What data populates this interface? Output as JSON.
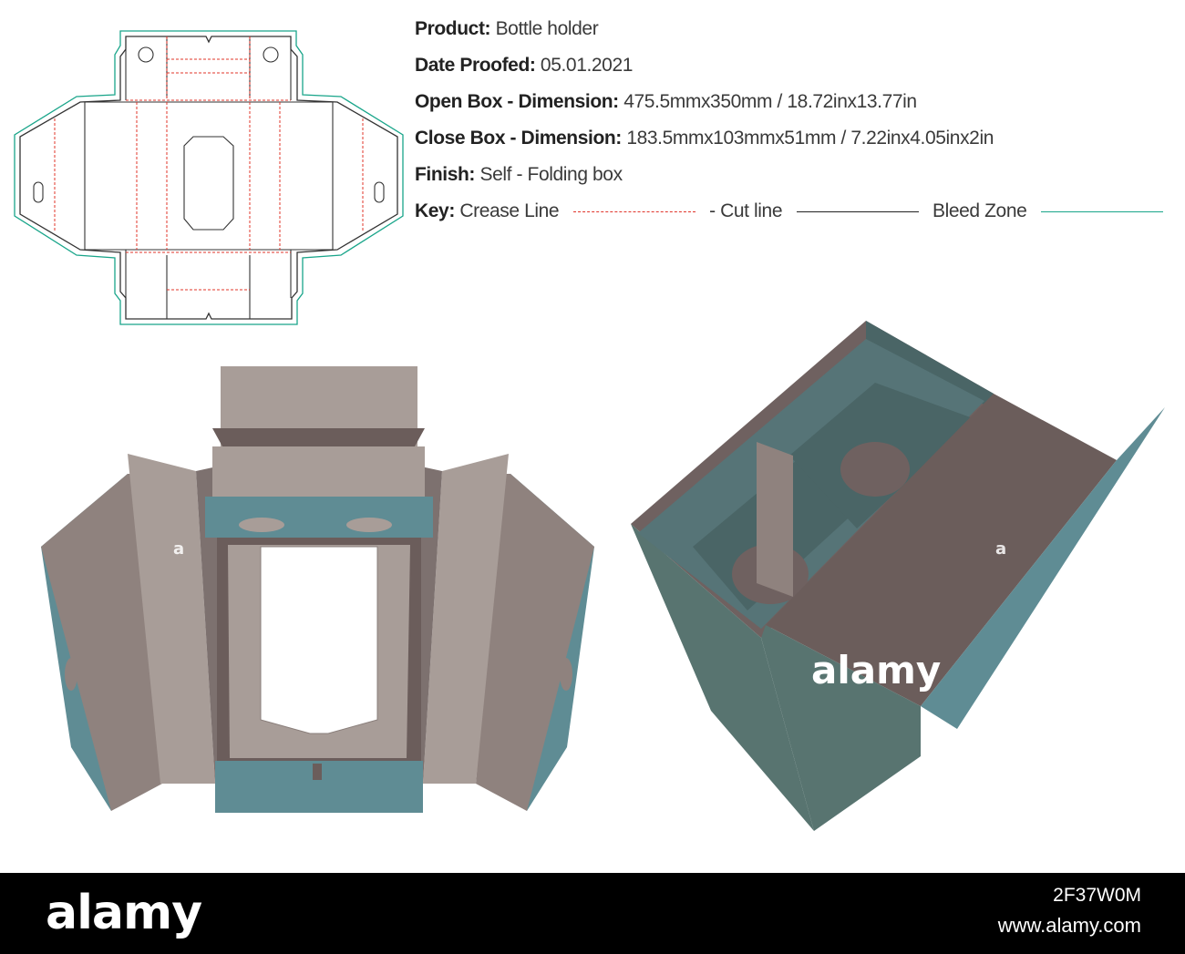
{
  "specs": {
    "product_label": "Product:",
    "product_value": "Bottle holder",
    "date_label": "Date Proofed:",
    "date_value": "05.01.2021",
    "open_label": "Open Box - Dimension:",
    "open_value": "475.5mmx350mm / 18.72inx13.77in",
    "close_label": "Close Box - Dimension:",
    "close_value": "183.5mmx103mmx51mm / 7.22inx4.05inx2in",
    "finish_label": "Finish:",
    "finish_value": "Self - Folding box",
    "key_label": "Key:",
    "key_crease": "Crease Line",
    "key_cut": "- Cut line",
    "key_bleed": "Bleed Zone"
  },
  "colors": {
    "crease": "#e0342a",
    "cut": "#222222",
    "bleed": "#19a58a",
    "board_light": "#a89d98",
    "board_mid": "#8c807c",
    "board_dark": "#6b5d5b",
    "teal": "#5f8c94",
    "teal_dark": "#4a6566"
  },
  "watermark": {
    "text": "alamy"
  },
  "footer": {
    "logo": "alamy",
    "image_id": "2F37W0M",
    "site": "www.alamy.com"
  }
}
